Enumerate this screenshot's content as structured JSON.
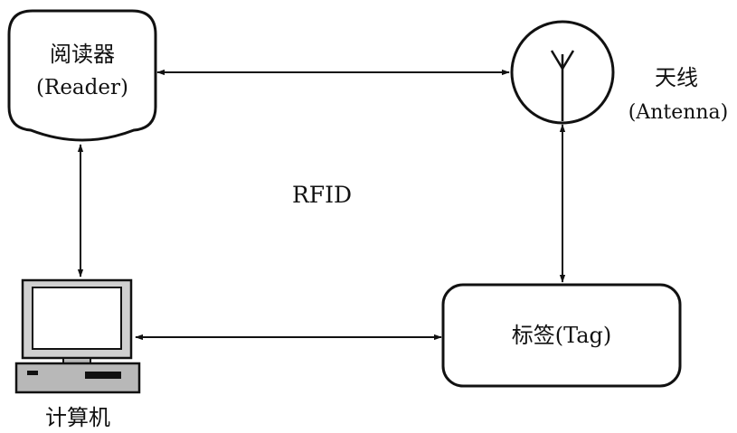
{
  "diagram": {
    "center_label": "RFID",
    "nodes": {
      "reader": {
        "name": "阅读器",
        "name_en": "(Reader)"
      },
      "antenna": {
        "name": "天线",
        "name_en": "(Antenna)"
      },
      "computer": {
        "name": "计算机"
      },
      "tag": {
        "name": "标签(Tag)"
      }
    },
    "connections": [
      {
        "from": "reader",
        "to": "antenna",
        "bidirectional": true
      },
      {
        "from": "reader",
        "to": "computer",
        "bidirectional": true
      },
      {
        "from": "computer",
        "to": "tag",
        "bidirectional": true
      },
      {
        "from": "antenna",
        "to": "tag",
        "bidirectional": true
      }
    ],
    "colors": {
      "stroke": "#111111",
      "monitor_body": "#d0d0d0",
      "screen": "#ffffff",
      "base": "#b8b8b8"
    }
  }
}
